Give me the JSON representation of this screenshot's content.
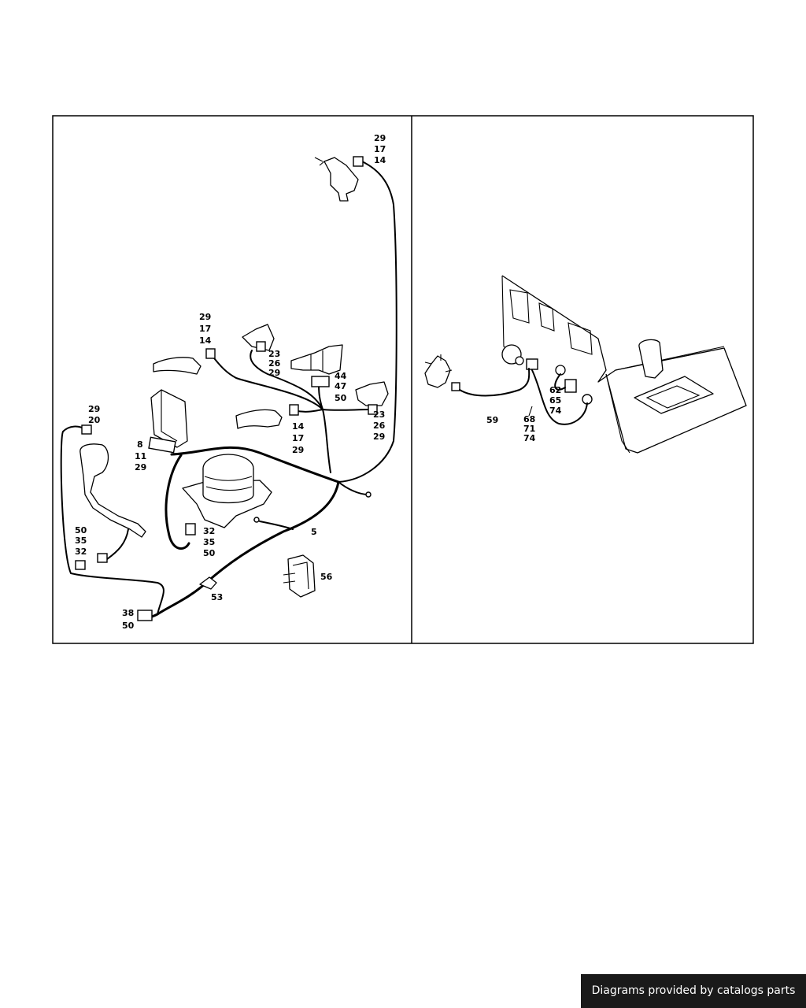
{
  "left_panel": {
    "callouts": [
      [
        "29",
        "17",
        "14"
      ],
      [
        "29",
        "17",
        "14"
      ],
      [
        "23",
        "26",
        "29"
      ],
      [
        "44",
        "47",
        "50"
      ],
      [
        "23",
        "26",
        "29"
      ],
      [
        "14",
        "17",
        "29"
      ],
      [
        "29",
        "20"
      ],
      [
        "8",
        "11",
        "29"
      ],
      [
        "32",
        "35",
        "50"
      ],
      [
        "5"
      ],
      [
        "50",
        "35",
        "32"
      ],
      [
        "56"
      ],
      [
        "53"
      ],
      [
        "38",
        "50"
      ]
    ]
  },
  "right_panel": {
    "callouts": [
      [
        "59"
      ],
      [
        "68",
        "71",
        "74"
      ],
      [
        "62",
        "65",
        "74"
      ]
    ]
  },
  "footer": {
    "credit": "Diagrams provided by catalogs parts"
  }
}
